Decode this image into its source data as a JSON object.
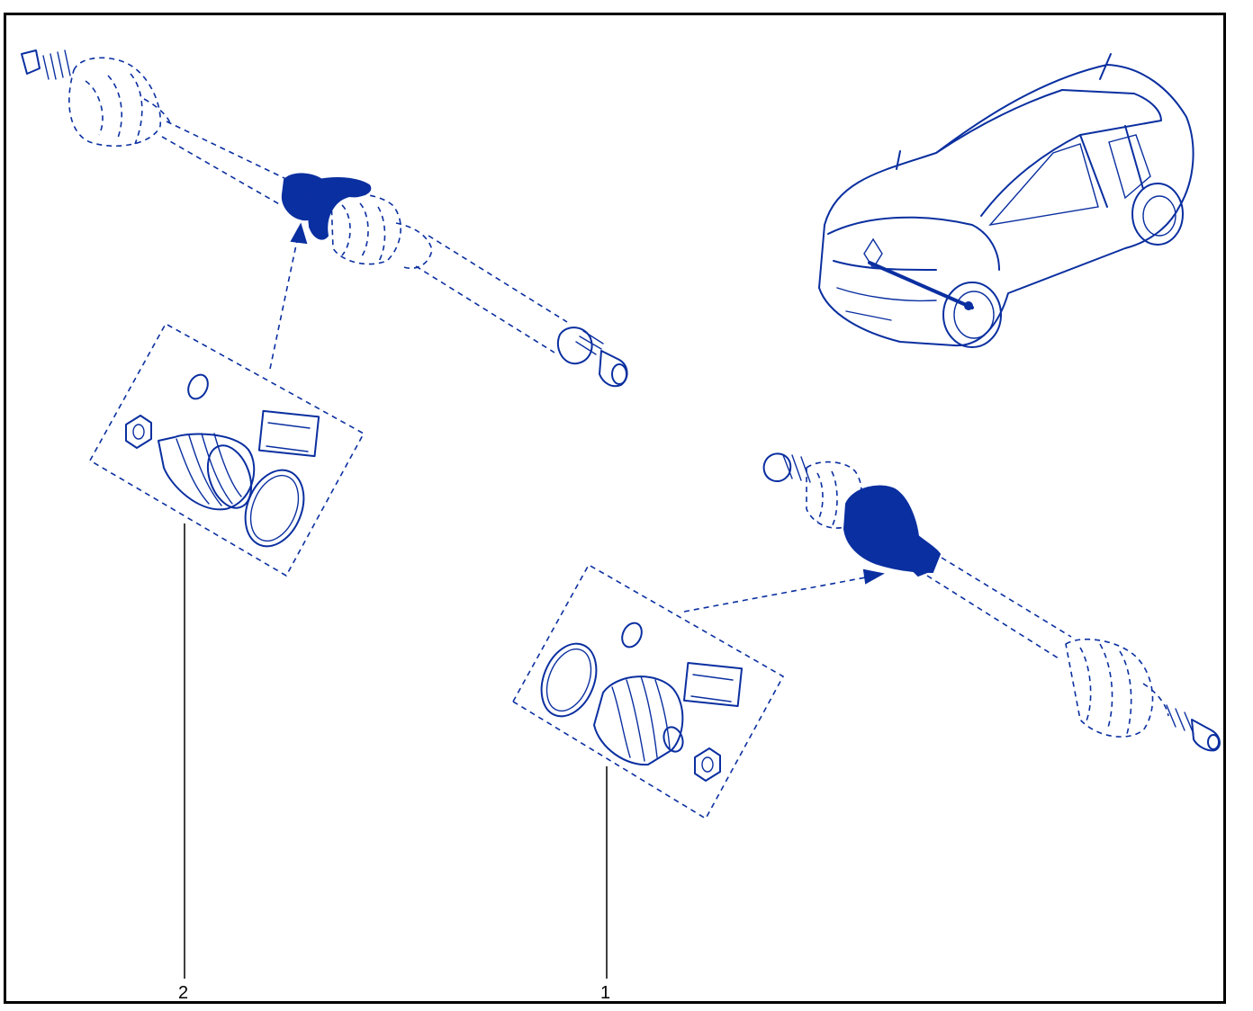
{
  "callouts": [
    {
      "id": "1",
      "label": "1"
    },
    {
      "id": "2",
      "label": "2"
    }
  ],
  "colors": {
    "ink": "#0a2fa0",
    "frame": "#000000",
    "background": "#ffffff"
  },
  "icons": {
    "vehicle": "suv-outline-icon",
    "shaft_top": "drive-shaft-icon",
    "shaft_bottom": "drive-shaft-icon",
    "kit_2": "cv-boot-kit-icon",
    "kit_1": "cv-boot-kit-icon"
  }
}
